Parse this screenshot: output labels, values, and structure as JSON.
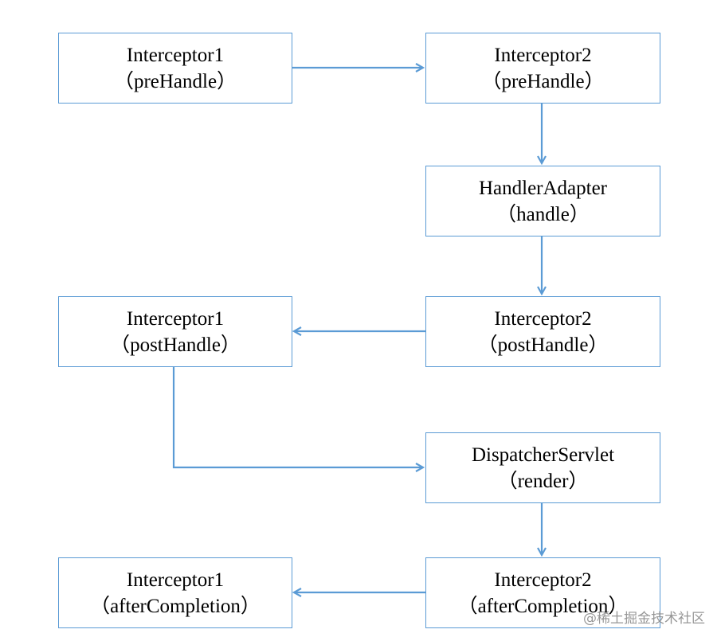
{
  "colors": {
    "box_border": "#5b9bd5",
    "arrow": "#5b9bd5",
    "text": "#000000"
  },
  "nodes": {
    "i1_pre": {
      "title": "Interceptor1",
      "method": "（preHandle）"
    },
    "i2_pre": {
      "title": "Interceptor2",
      "method": "（preHandle）"
    },
    "adapter": {
      "title": "HandlerAdapter",
      "method": "（handle）"
    },
    "i2_post": {
      "title": "Interceptor2",
      "method": "（postHandle）"
    },
    "i1_post": {
      "title": "Interceptor1",
      "method": "（postHandle）"
    },
    "dispatcher": {
      "title": "DispatcherServlet",
      "method": "（render）"
    },
    "i2_after": {
      "title": "Interceptor2",
      "method": "（afterCompletion）"
    },
    "i1_after": {
      "title": "Interceptor1",
      "method": "（afterCompletion）"
    }
  },
  "watermark": "@稀土掘金技术社区"
}
